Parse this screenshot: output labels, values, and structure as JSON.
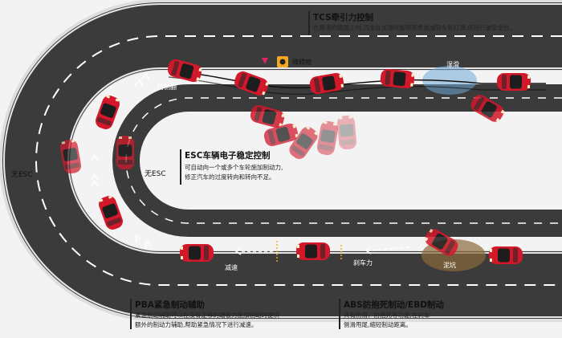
{
  "tcs": {
    "title": "TCS牵引力控制",
    "desc": "在易滑的路面上时,汽车在加速时能够避免或减轻车轮打滑,保持行驶安全性。"
  },
  "esc": {
    "title": "ESC车辆电子稳定控制",
    "desc1": "可自动向一个或多个车轮施加制动力,",
    "desc2": "修正汽车的过度转向和转向不足。"
  },
  "pba": {
    "title": "PBA紧急制动辅助",
    "desc1": "紧急制动辅助可以在没有足够的踏板力施加制动时提供",
    "desc2": "额外的制动力辅助,帮助紧急情况下进行减速。"
  },
  "abs": {
    "title": "ABS防抱死制动/EBD制动",
    "desc1": "具有防滑、防抱死等功能,在刹车",
    "desc2": "侧滑甩尾,缩短制动距离。"
  },
  "tags": {
    "side_slip": "防侧翻",
    "obstacle": "障碍物",
    "slippery": "湿滑",
    "decelerate": "减速",
    "brake_force": "刹车力",
    "mud": "泥坑"
  },
  "side": {
    "no_esc_outer": "无ESC",
    "no_esc_inner": "无ESC"
  },
  "icons": {
    "obstacle": "obstacle-icon",
    "warning": "warning-triangle-icon"
  },
  "colors": {
    "road": "#3b3b3b",
    "car": "#d3182b",
    "lane": "#ffffff",
    "accent": "#f5a623"
  }
}
